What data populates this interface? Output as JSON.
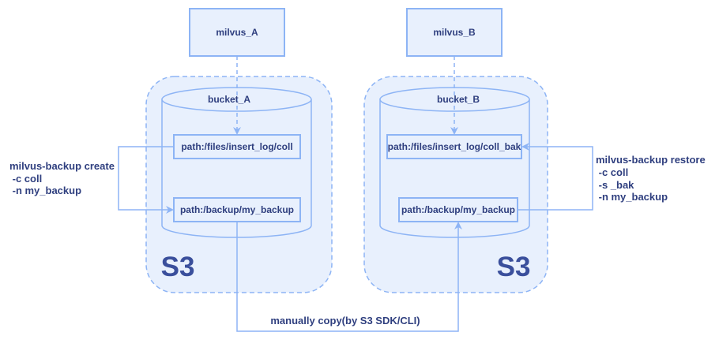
{
  "nodes": {
    "milvus_a": "milvus_A",
    "milvus_b": "milvus_B",
    "bucket_a": "bucket_A",
    "bucket_b": "bucket_B",
    "path_a_insert": "path:/files/insert_log/coll",
    "path_a_backup": "path:/backup/my_backup",
    "path_b_insert": "path:/files/insert_log/coll_bak",
    "path_b_backup": "path:/backup/my_backup",
    "s3_left": "S3",
    "s3_right": "S3"
  },
  "commands": {
    "create": {
      "line1": "milvus-backup create",
      "line2": " -c coll",
      "line3": " -n my_backup"
    },
    "restore": {
      "line1": "milvus-backup restore",
      "line2": " -c coll",
      "line3": " -s _bak",
      "line4": " -n my_backup"
    }
  },
  "copy_label": "manually copy(by S3 SDK/CLI)",
  "colors": {
    "stroke": "#8db4f5",
    "fill": "#e8f0fd",
    "text": "#2f3f7f",
    "s3_text": "#3a4f9c"
  }
}
